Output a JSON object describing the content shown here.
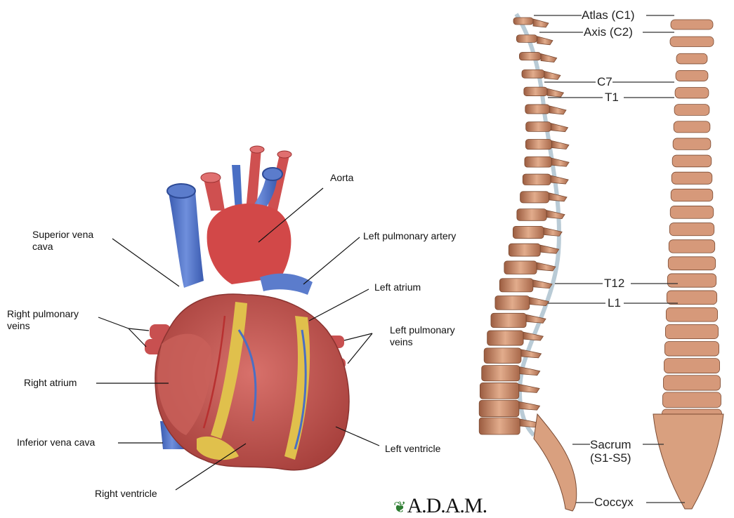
{
  "heart": {
    "labels": {
      "aorta": "Aorta",
      "svc": "Superior vena\ncava",
      "lpa": "Left pulmonary artery",
      "la": "Left atrium",
      "rpv": "Right pulmonary\nveins",
      "lpv": "Left pulmonary\nveins",
      "ra": "Right atrium",
      "ivc": "Inferior vena cava",
      "lv": "Left ventricle",
      "rv": "Right ventricle"
    }
  },
  "spine": {
    "labels": {
      "atlas": "Atlas (C1)",
      "axis": "Axis (C2)",
      "c7": "C7",
      "t1": "T1",
      "t12": "T12",
      "l1": "L1",
      "sacrum": "Sacrum\n(S1-S5)",
      "coccyx": "Coccyx"
    }
  },
  "logo": {
    "text": "A.D.A.M.",
    "icon": "leaf-icon"
  },
  "colors": {
    "bone": "#d9a07f",
    "bone_dark": "#a8684a",
    "disc": "#b9cbd6",
    "heart": "#c8554f",
    "vein": "#4a6fc4",
    "artery": "#d24848",
    "fat": "#e0c04c"
  }
}
